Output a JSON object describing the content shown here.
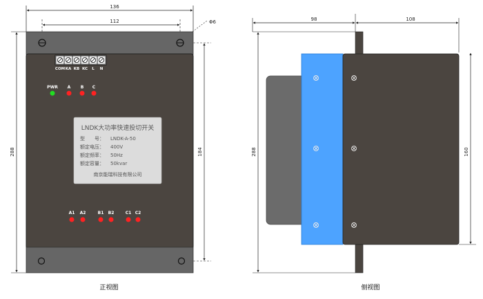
{
  "front_view": {
    "caption": "正视图",
    "dims": {
      "overall_width": "136",
      "hole_spacing": "112",
      "hole_diameter": "Φ6",
      "overall_height": "288",
      "body_height": "184"
    },
    "terminal_labels": [
      "COM",
      "KA",
      "KB",
      "KC",
      "L",
      "N"
    ],
    "top_leds": [
      {
        "label": "PWR",
        "color": "#22dd22"
      },
      {
        "label": "A",
        "color": "#ff2222"
      },
      {
        "label": "B",
        "color": "#ff2222"
      },
      {
        "label": "C",
        "color": "#ff2222"
      }
    ],
    "bottom_leds": [
      {
        "label": "A1",
        "color": "#ff2222"
      },
      {
        "label": "A2",
        "color": "#ff2222"
      },
      {
        "label": "B1",
        "color": "#ff2222"
      },
      {
        "label": "B2",
        "color": "#ff2222"
      },
      {
        "label": "C1",
        "color": "#ff2222"
      },
      {
        "label": "C2",
        "color": "#ff2222"
      }
    ],
    "nameplate": {
      "title": "LNDK大功率快速投切开关",
      "rows": [
        {
          "key": "型　　号：",
          "value": "LNDK-A-50"
        },
        {
          "key": "额定电压：",
          "value": "400V"
        },
        {
          "key": "额定频率：",
          "value": "50Hz"
        },
        {
          "key": "额定容量：",
          "value": "50kvar"
        }
      ],
      "company": "南京能瑞科技有限公司"
    }
  },
  "side_view": {
    "caption": "侧视图",
    "dims": {
      "left_depth": "98",
      "right_depth": "108",
      "overall_height": "288",
      "body_height": "160"
    }
  },
  "colors": {
    "panel_dark": "#4b4540",
    "plate_gray": "#666666",
    "side_blue": "#4da3ff",
    "nameplate_bg": "#dcdcdc",
    "nameplate_text": "#555555"
  }
}
